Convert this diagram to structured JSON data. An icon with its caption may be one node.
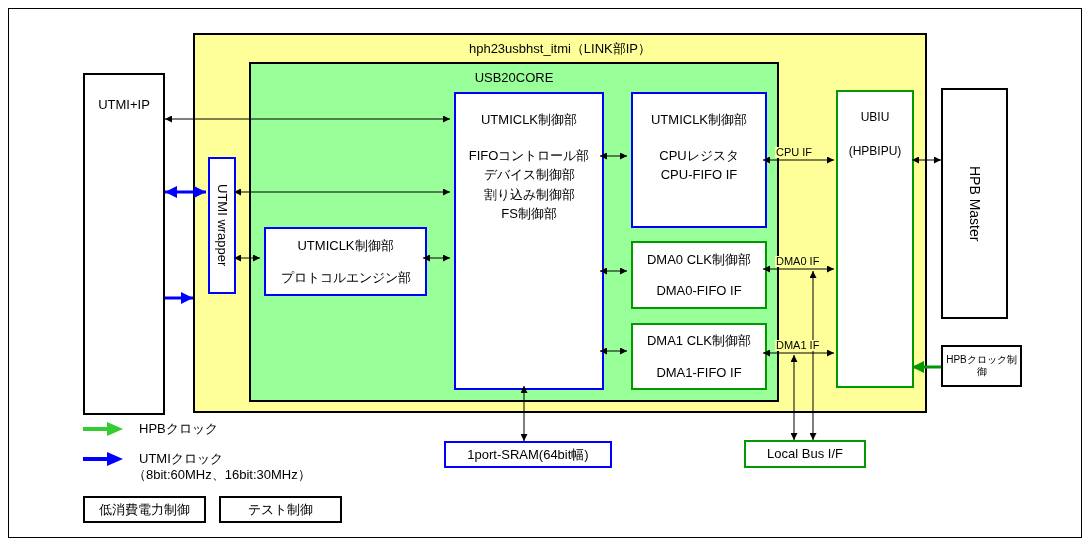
{
  "diagram": {
    "nodes": [
      {
        "text": [
          "hph23usbhst_itmi（LINK部IP）"
        ]
      },
      {
        "text": [
          "USB20CORE"
        ],
        "in": 0
      },
      {
        "text": [
          "UTMI+IP"
        ]
      },
      {
        "text": [
          "UTMI wrapper"
        ],
        "in": 0
      },
      {
        "text": [
          "UTMICLK制御部",
          "プロトコルエンジン部"
        ],
        "in": 1
      },
      {
        "text": [
          "UTMICLK制御部",
          "FIFOコントロール部",
          "デバイス制御部",
          "割り込み制御部",
          "FS制御部"
        ],
        "in": 1
      },
      {
        "text": [
          "UTMICLK制御部",
          "CPUレジスタ",
          "CPU-FIFO IF"
        ],
        "in": 1
      },
      {
        "text": [
          "DMA0 CLK制御部",
          "DMA0-FIFO IF"
        ],
        "in": 1
      },
      {
        "text": [
          "DMA1 CLK制御部",
          "DMA1-FIFO IF"
        ],
        "in": 1
      },
      {
        "text": [
          "UBIU",
          "(HPBIPU)"
        ],
        "in": 0
      },
      {
        "text": [
          "HPB Master"
        ]
      },
      {
        "text": [
          "HPBクロック制御"
        ]
      },
      {
        "text": [
          "1port-SRAM(64bit幅)"
        ]
      },
      {
        "text": [
          "Local Bus I/F"
        ]
      },
      {
        "text": [
          "低消費電力制御"
        ]
      },
      {
        "text": [
          "テスト制御"
        ]
      }
    ],
    "edges": [
      {
        "from": 2,
        "to": 5,
        "arrow": "both"
      },
      {
        "from": 2,
        "to": 3,
        "arrow": "both",
        "style": "thick",
        "color": "#0000ff"
      },
      {
        "from": 2,
        "to": 0,
        "arrow": "to",
        "style": "thick",
        "color": "#0000ff"
      },
      {
        "from": 3,
        "to": 5,
        "arrow": "both"
      },
      {
        "from": 3,
        "to": 4,
        "arrow": "both"
      },
      {
        "from": 4,
        "to": 5,
        "arrow": "both"
      },
      {
        "from": 5,
        "to": 6,
        "arrow": "both"
      },
      {
        "from": 5,
        "to": 7,
        "arrow": "both"
      },
      {
        "from": 5,
        "to": 8,
        "arrow": "both"
      },
      {
        "from": 6,
        "to": 9,
        "arrow": "both",
        "label": "CPU IF"
      },
      {
        "from": 7,
        "to": 9,
        "arrow": "both",
        "label": "DMA0 IF"
      },
      {
        "from": 8,
        "to": 9,
        "arrow": "both",
        "label": "DMA1 IF"
      },
      {
        "from": 9,
        "to": 10,
        "arrow": "both"
      },
      {
        "from": 11,
        "to": 9,
        "arrow": "to",
        "style": "thick",
        "color": "#009900"
      },
      {
        "from": 5,
        "to": 12,
        "arrow": "both"
      },
      {
        "from": 9,
        "to": 13,
        "arrow": "both"
      },
      {
        "from": 1,
        "to": 13,
        "arrow": "both"
      }
    ],
    "labels": [
      "（8bit:60MHz、16bit:30MHz）"
    ],
    "legend": [
      {
        "text": "HPBクロック"
      },
      {
        "text": "UTMIクロック"
      }
    ]
  }
}
